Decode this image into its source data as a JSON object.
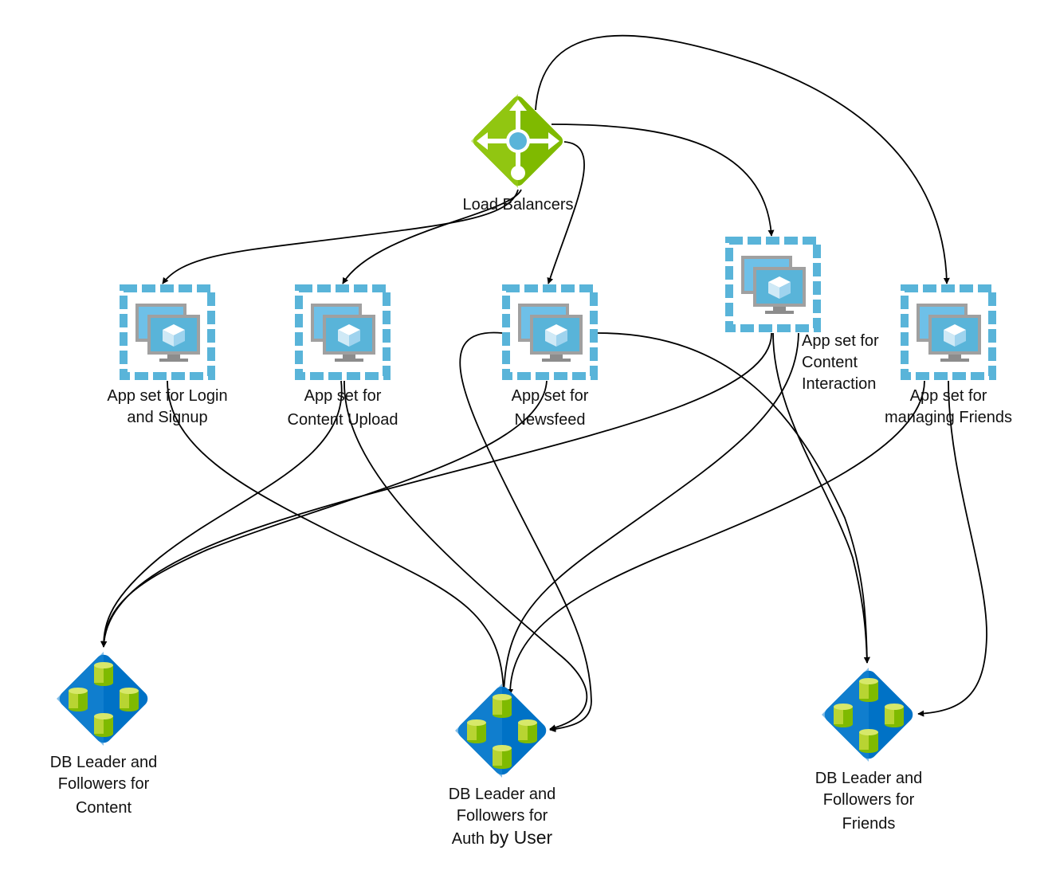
{
  "diagram": {
    "nodes": {
      "lb": {
        "label": [
          "Load Balancers"
        ],
        "icon": "load-balancer-icon"
      },
      "app_login": {
        "label": [
          "App set for Login",
          "and Signup"
        ],
        "icon": "virtual-machine-scale-set-icon"
      },
      "app_upload": {
        "label": [
          "App set for",
          "Content Upload"
        ],
        "icon": "virtual-machine-scale-set-icon"
      },
      "app_newsfeed": {
        "label": [
          "App set for",
          "Newsfeed"
        ],
        "icon": "virtual-machine-scale-set-icon"
      },
      "app_interaction": {
        "label": [
          "App set for",
          "Content",
          "Interaction"
        ],
        "icon": "virtual-machine-scale-set-icon"
      },
      "app_friends": {
        "label": [
          "App set for",
          "managing Friends"
        ],
        "icon": "virtual-machine-scale-set-icon"
      },
      "db_content": {
        "label": [
          "DB Leader and",
          "Followers for",
          "Content"
        ],
        "icon": "database-cluster-icon"
      },
      "db_auth": {
        "label": [
          "DB Leader and",
          "Followers for",
          "Auth",
          "by User"
        ],
        "icon": "database-cluster-icon"
      },
      "db_friends": {
        "label": [
          "DB Leader and",
          "Followers for",
          "Friends"
        ],
        "icon": "database-cluster-icon"
      }
    },
    "edges": [
      {
        "from": "lb",
        "to": "app_login"
      },
      {
        "from": "lb",
        "to": "app_upload"
      },
      {
        "from": "lb",
        "to": "app_newsfeed"
      },
      {
        "from": "lb",
        "to": "app_interaction"
      },
      {
        "from": "lb",
        "to": "app_friends"
      },
      {
        "from": "app_login",
        "to": "db_auth"
      },
      {
        "from": "app_upload",
        "to": "db_content"
      },
      {
        "from": "app_upload",
        "to": "db_auth"
      },
      {
        "from": "app_newsfeed",
        "to": "db_content"
      },
      {
        "from": "app_newsfeed",
        "to": "db_auth"
      },
      {
        "from": "app_newsfeed",
        "to": "db_friends"
      },
      {
        "from": "app_interaction",
        "to": "db_content"
      },
      {
        "from": "app_interaction",
        "to": "db_auth"
      },
      {
        "from": "app_interaction",
        "to": "db_friends"
      },
      {
        "from": "app_friends",
        "to": "db_auth"
      },
      {
        "from": "app_friends",
        "to": "db_friends"
      }
    ],
    "colors": {
      "lb_green": "#7fba00",
      "lb_green_dark": "#5e9c00",
      "lb_blue": "#59b4d9",
      "app_frame": "#59b4d9",
      "monitor_gray": "#999999",
      "db_blue": "#0072c6",
      "db_blue_light": "#1e88d6",
      "db_cylinder": "#b8d432",
      "db_cylinder_dark": "#7fba00"
    }
  }
}
